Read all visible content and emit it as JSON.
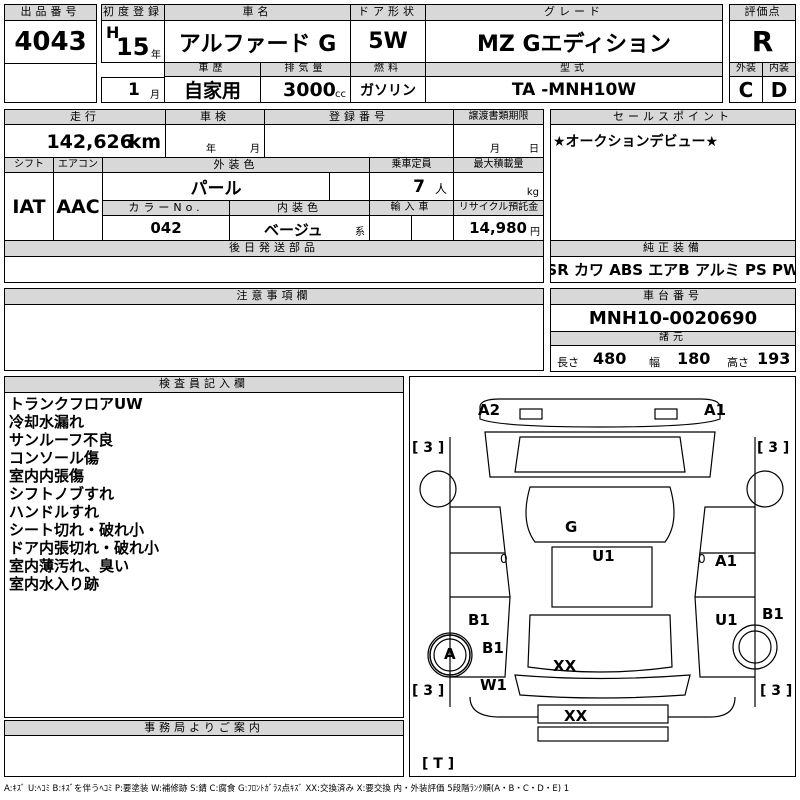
{
  "header": {
    "lot_no_label": "出品番号",
    "lot_no": "4043",
    "first_reg_label": "初度登録",
    "era": "H",
    "year": "15",
    "year_unit": "年",
    "month": "1",
    "month_unit": "月",
    "car_name_label": "車名",
    "car_name": "アルファード G",
    "history_label": "車歴",
    "history": "自家用",
    "displacement_label": "排気量",
    "displacement": "3000",
    "displacement_unit": "cc",
    "door_label": "ドア形状",
    "door": "5W",
    "fuel_label": "燃料",
    "fuel": "ガソリン",
    "grade_label": "グレード",
    "grade": "MZ Gエディション",
    "model_label": "型式",
    "model": "TA -MNH10W",
    "score_label": "評価点",
    "score": "R",
    "exterior_label": "外装",
    "exterior": "C",
    "interior_label": "内装",
    "interior": "D"
  },
  "details": {
    "mileage_label": "走行",
    "mileage": "142,626",
    "mileage_unit": "km",
    "inspection_label": "車検",
    "insp_year_unit": "年",
    "insp_month_unit": "月",
    "reg_no_label": "登録番号",
    "transfer_label": "譲渡書類期限",
    "transfer_month_unit": "月",
    "transfer_day_unit": "日",
    "shift_label": "シフト",
    "shift": "IAT",
    "ac_label": "エアコン",
    "ac": "AAC",
    "color_label": "外装色",
    "color": "パール",
    "capacity_label": "乗車定員",
    "capacity": "7",
    "capacity_unit": "人",
    "max_load_label": "最大積載量",
    "max_load_unit": "kg",
    "color_no_label": "カラーNo.",
    "color_no": "042",
    "interior_color_label": "内装色",
    "interior_color": "ベージュ",
    "interior_color_unit": "系",
    "import_label": "輸入車",
    "recycle_label": "リサイクル預託金",
    "recycle": "14,980",
    "recycle_unit": "円",
    "later_parts_label": "後日発送部品"
  },
  "sales_point": {
    "label": "セールスポイント",
    "text": "★オークションデビュー★"
  },
  "equipment": {
    "label": "純正装備",
    "items": "SR カワ ABS エアB アルミ PS PW"
  },
  "caution": {
    "label": "注意事項欄"
  },
  "chassis": {
    "label": "車台番号",
    "number": "MNH10-0020690",
    "spec_label": "諸元",
    "length_label": "長さ",
    "length": "480",
    "width_label": "幅",
    "width": "180",
    "height_label": "高さ",
    "height": "193"
  },
  "inspector": {
    "label": "検査員記入欄",
    "notes": [
      "トランクフロアUW",
      "冷却水漏れ",
      "サンルーフ不良",
      "コンソール傷",
      "室内内張傷",
      "シフトノブすれ",
      "ハンドルすれ",
      "シート切れ・破れ小",
      "ドア内張切れ・破れ小",
      "室内薄汚れ、臭い",
      "室内水入り跡"
    ]
  },
  "office": {
    "label": "事務局よりご案内"
  },
  "diagram": {
    "marks": {
      "a2_front_left": "A2",
      "a1_front_right": "A1",
      "bracket_tl": "[ 3 ]",
      "bracket_tr": "[ 3 ]",
      "g_windshield": "G",
      "u1_roof": "U1",
      "zero_left": "0",
      "zero_right": "0",
      "a1_right_door": "A1",
      "b1_left_rear_door": "B1",
      "u1_right_rear_door": "U1",
      "b1_right_fender": "B1",
      "a_left_wheel": "A",
      "b1_left_quarter": "B1",
      "xx_rear_glass": "XX",
      "w1_left_rear": "W1",
      "bracket_bl": "[ 3 ]",
      "bracket_br": "[ 3 ]",
      "xx_rear_bumper": "XX",
      "trunk": "[ T ]"
    }
  },
  "legend": "A:ｷｽﾞ U:ﾍｺﾐ B:ｷｽﾞを伴うﾍｺﾐ P:要塗装 W:補修跡 S:錆 C:腐食 G:ﾌﾛﾝﾄｶﾞﾗｽ点ｷｽﾞ XX:交換済み X:要交換 内・外装評価 5段階ﾗﾝｸ順(A・B・C・D・E) 1"
}
